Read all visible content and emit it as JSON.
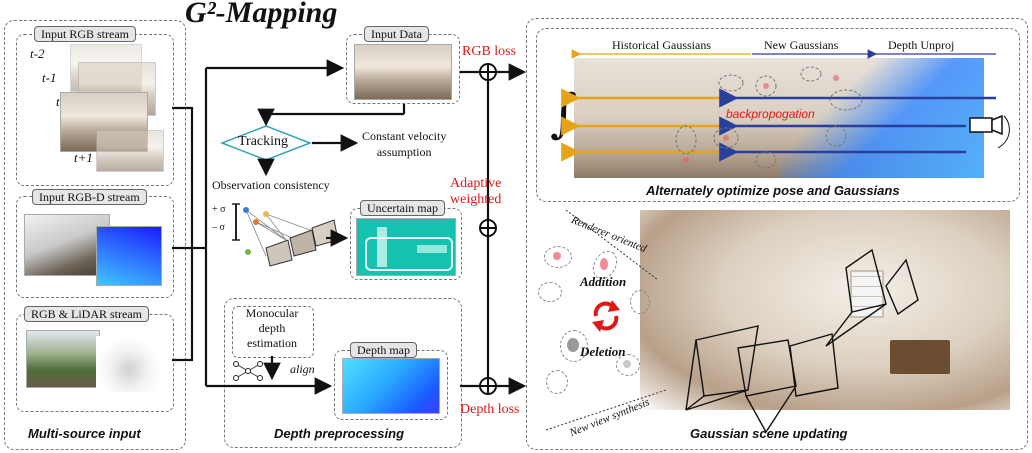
{
  "title": "G²-Mapping",
  "left": {
    "rgb_stream_label": "Input RGB stream",
    "frames": [
      "t-2",
      "t-1",
      "t",
      "t+1"
    ],
    "rgbd_stream_label": "Input RGB-D stream",
    "lidar_stream_label": "RGB & LiDAR stream",
    "caption": "Multi-source input"
  },
  "middle": {
    "input_data_label": "Input Data",
    "tracking_label": "Tracking",
    "constant_velocity": "Constant velocity\nassumption",
    "observation_consistency": "Observation consistency",
    "sigma_plus": "+ σ",
    "sigma_minus": "– σ",
    "uncertain_map_label": "Uncertain map",
    "monocular_label": "Monocular\ndepth\nestimation",
    "align_label": "align",
    "depth_map_label": "Depth map",
    "caption": "Depth preprocessing"
  },
  "center": {
    "rgb_loss": "RGB  loss",
    "adaptive_weighted": "Adaptive\nweighted",
    "depth_loss": "Depth loss"
  },
  "right_top": {
    "historical_gaussians": "Historical Gaussians",
    "new_gaussians": "New Gaussians",
    "depth_unproj": "Depth Unproj",
    "backpropagation": "backpropogation",
    "integral": "∫",
    "caption": "Alternately optimize pose and Gaussians"
  },
  "right_bottom": {
    "renderer_oriented": "Renderer oriented",
    "addition": "Addition",
    "deletion": "Deletion",
    "new_view_synthesis": "New view synthesis",
    "caption": "Gaussian scene updating"
  },
  "colors": {
    "red": "#e01818",
    "historical_arrow": "#e8a21a",
    "new_arrow": "#2a3f9c",
    "tracking_diamond": "#2fa3b8"
  }
}
